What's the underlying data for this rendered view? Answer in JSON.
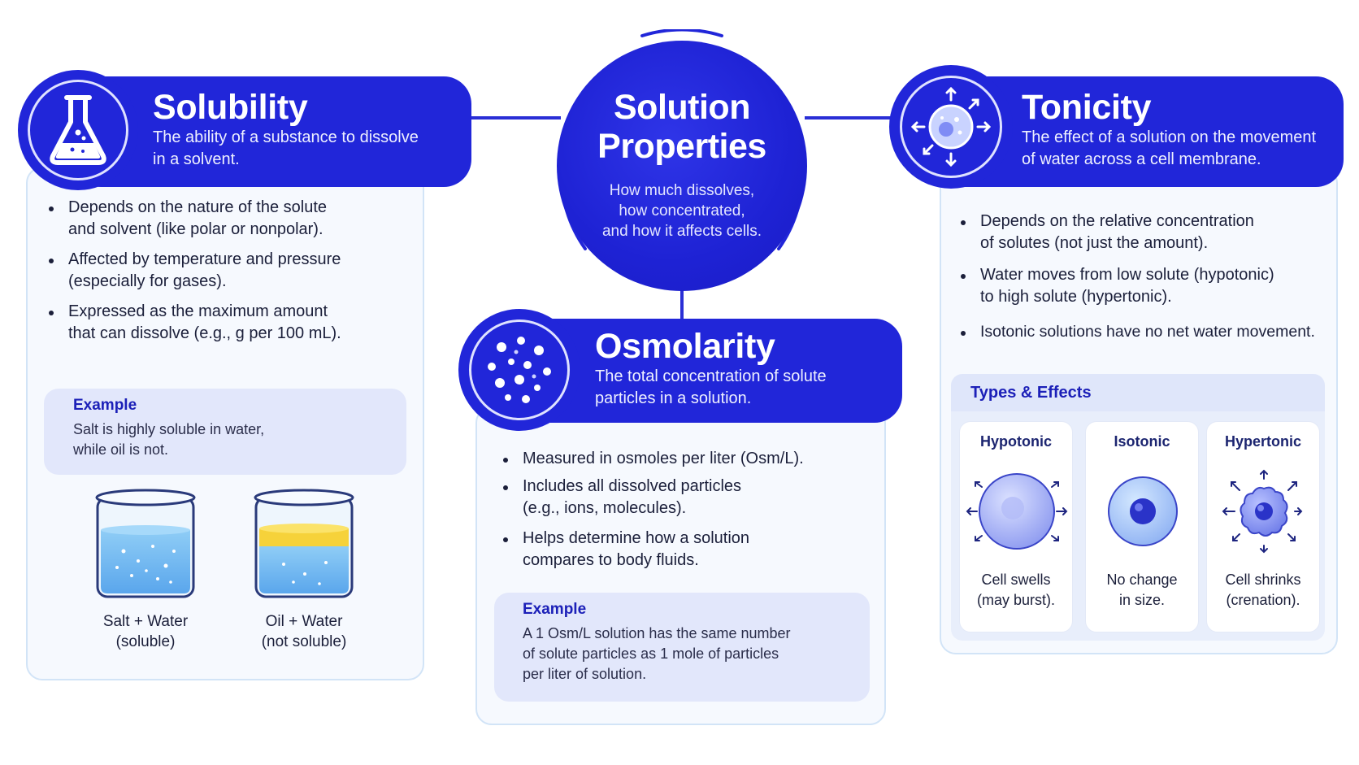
{
  "colors": {
    "primary": "#2126d9",
    "dark_text": "#1b1f3a",
    "card_border": "#d2e4f7",
    "example_bg": "#e2e7fb",
    "accent_text": "#1c20b8"
  },
  "center": {
    "title_line1": "Solution",
    "title_line2": "Properties",
    "subtitle_line1": "How much dissolves,",
    "subtitle_line2": "how concentrated,",
    "subtitle_line3": "and how it affects cells."
  },
  "solubility": {
    "icon": "flask-icon",
    "title": "Solubility",
    "desc_line1": "The ability of a substance to dissolve",
    "desc_line2": "in a solvent.",
    "bullets": [
      {
        "line1": "Depends on the nature of the solute",
        "line2": "and solvent (like polar or nonpolar)."
      },
      {
        "line1": "Affected by temperature and pressure",
        "line2": "(especially for gases)."
      },
      {
        "line1": "Expressed as the maximum amount",
        "line2": "that can dissolve (e.g., g per 100 mL)."
      }
    ],
    "example": {
      "title": "Example",
      "line1": "Salt is highly soluble in water,",
      "line2": "while oil is not."
    },
    "beakers": [
      {
        "icon": "beaker-salt-water-icon",
        "line1": "Salt + Water",
        "line2": "(soluble)"
      },
      {
        "icon": "beaker-oil-water-icon",
        "line1": "Oil + Water",
        "line2": "(not soluble)"
      }
    ]
  },
  "osmolarity": {
    "icon": "particles-icon",
    "title": "Osmolarity",
    "desc_line1": "The total concentration of solute",
    "desc_line2": "particles in a solution.",
    "bullets": [
      {
        "line1": "Measured in osmoles per liter (Osm/L).",
        "line2": ""
      },
      {
        "line1": "Includes all dissolved particles",
        "line2": "(e.g., ions, molecules)."
      },
      {
        "line1": "Helps determine how a solution",
        "line2": "compares to body fluids."
      }
    ],
    "example": {
      "title": "Example",
      "line1": "A 1 Osm/L solution has the same number",
      "line2": "of solute particles as 1 mole of particles",
      "line3": "per liter of solution."
    }
  },
  "tonicity": {
    "icon": "cell-arrows-icon",
    "title": "Tonicity",
    "desc_line1": "The effect of a solution on the movement",
    "desc_line2": "of water across a cell membrane.",
    "bullets": [
      {
        "line1": "Depends on the relative concentration",
        "line2": "of solutes (not just the amount)."
      },
      {
        "line1": "Water moves from low solute (hypotonic)",
        "line2": "to high solute (hypertonic)."
      },
      {
        "line1": "Isotonic solutions have no net water movement.",
        "line2": ""
      }
    ],
    "types_title": "Types & Effects",
    "types": [
      {
        "name": "Hypotonic",
        "icon": "swelling-cell-icon",
        "line1": "Cell swells",
        "line2": "(may burst)."
      },
      {
        "name": "Isotonic",
        "icon": "normal-cell-icon",
        "line1": "No change",
        "line2": "in size."
      },
      {
        "name": "Hypertonic",
        "icon": "shrunken-cell-icon",
        "line1": "Cell shrinks",
        "line2": "(crenation)."
      }
    ]
  }
}
